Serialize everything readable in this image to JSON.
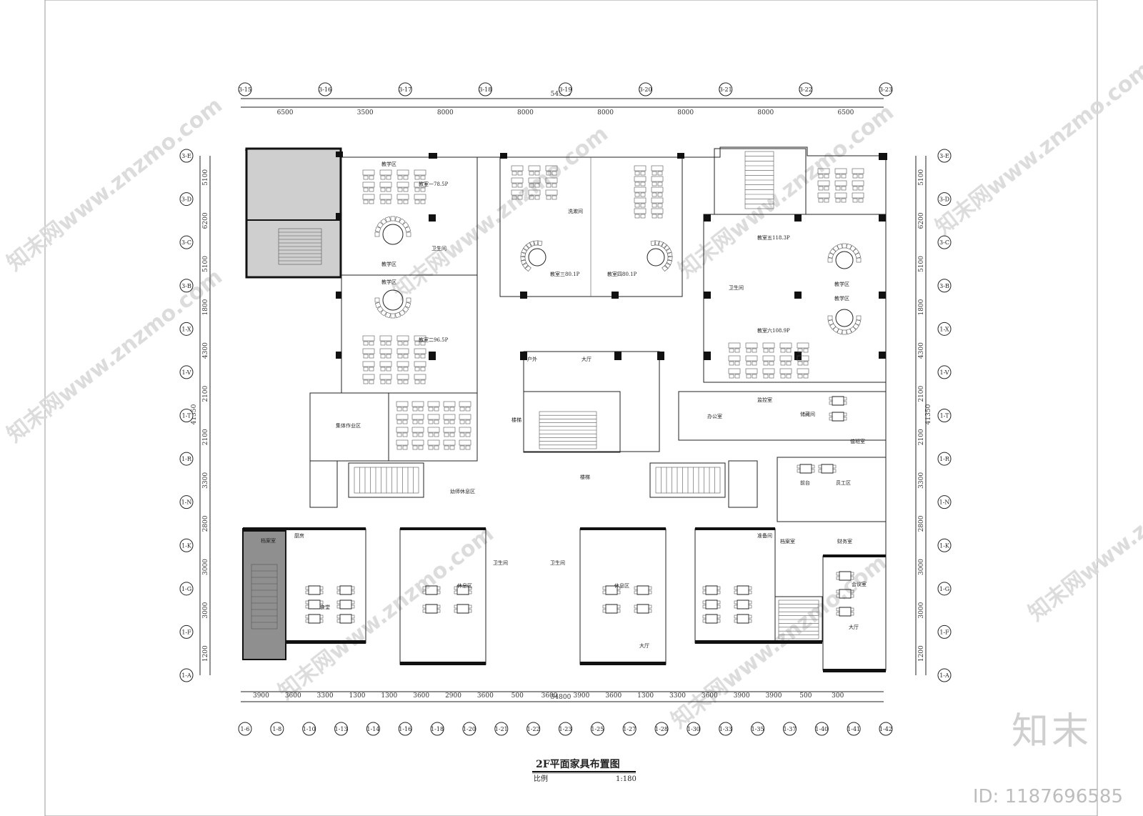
{
  "title": "2F平面家具布置图",
  "scale_label": "比例",
  "scale_value": "1:180",
  "brand": "知末",
  "image_id": "ID: 1187696585",
  "watermark": "知末网www.znzmo.com",
  "top_axes": [
    "3-15",
    "3-16",
    "3-17",
    "3-18",
    "3-19",
    "3-20",
    "3-21",
    "3-22",
    "3-23"
  ],
  "top_total": "54500",
  "top_dims": [
    "6500",
    "3500",
    "8000",
    "8000",
    "8000",
    "8000",
    "8000",
    "6500"
  ],
  "bottom_axes": [
    "1-6",
    "1-8",
    "1-10",
    "1-13",
    "1-14",
    "1-16",
    "1-18",
    "1-20",
    "1-21",
    "1-22",
    "1-23",
    "1-25",
    "1-27",
    "1-28",
    "1-30",
    "1-33",
    "1-35",
    "1-37",
    "1-40",
    "1-41",
    "1-42"
  ],
  "bottom_total": "54800",
  "bottom_dims": [
    "3900",
    "3600",
    "3300",
    "1300",
    "1300",
    "3600",
    "2900",
    "3600",
    "500",
    "3600",
    "3900",
    "3600",
    "1300",
    "3300",
    "3600",
    "3900",
    "3900",
    "500",
    "300"
  ],
  "left_axes": [
    "3-E",
    "3-D",
    "3-C",
    "3-B",
    "1-X",
    "1-V",
    "1-T",
    "1-R",
    "1-N",
    "1-K",
    "1-G",
    "1-F",
    "1-A"
  ],
  "left_dims": [
    "5100",
    "6200",
    "5100",
    "1800",
    "4300",
    "2100",
    "2100",
    "3300",
    "2800",
    "3000",
    "3000",
    "1200"
  ],
  "left_total": "41350",
  "right_total": "41350",
  "room_labels": [
    "教学区",
    "教室一78.5P",
    "教学区",
    "教学区",
    "教室二96.5P",
    "卫生间",
    "集体作业区",
    "楼梯",
    "幼师休息区",
    "教室三80.1P",
    "教室四80.1P",
    "洗漱间",
    "教室五118.3P",
    "教学区",
    "教学区",
    "教室六108.9P",
    "卫生间",
    "办公室",
    "监控室",
    "储藏间",
    "值班室",
    "员工区",
    "会议室",
    "前台",
    "大厅",
    "财务室",
    "档案室",
    "厨房",
    "食堂",
    "准备间",
    "休息区",
    "档案室",
    "休息区",
    "卫生间",
    "卫生间",
    "楼梯",
    "户外",
    "大厅",
    "大厅"
  ]
}
